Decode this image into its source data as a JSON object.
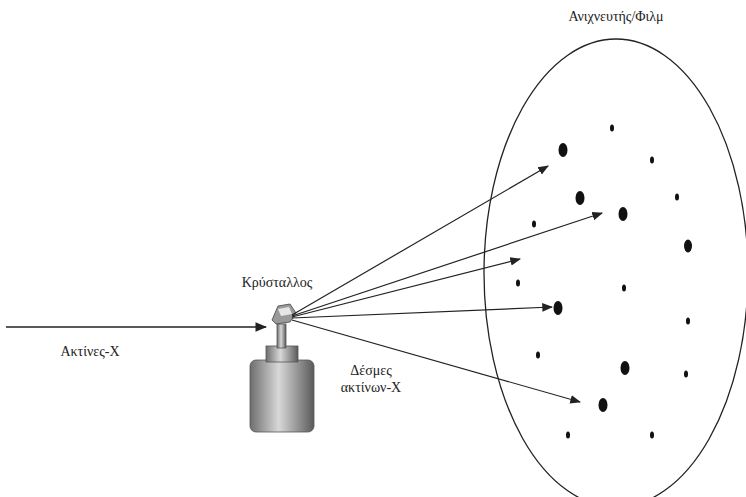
{
  "diagram": {
    "nodes": [
      {
        "text": [
          "Ανιχνευτής/Φιλμ"
        ]
      }
    ],
    "labels": [
      "Κρύσταλλος",
      "Ακτίνες-Χ",
      "Δέσμες ακτίνων-Χ"
    ]
  }
}
